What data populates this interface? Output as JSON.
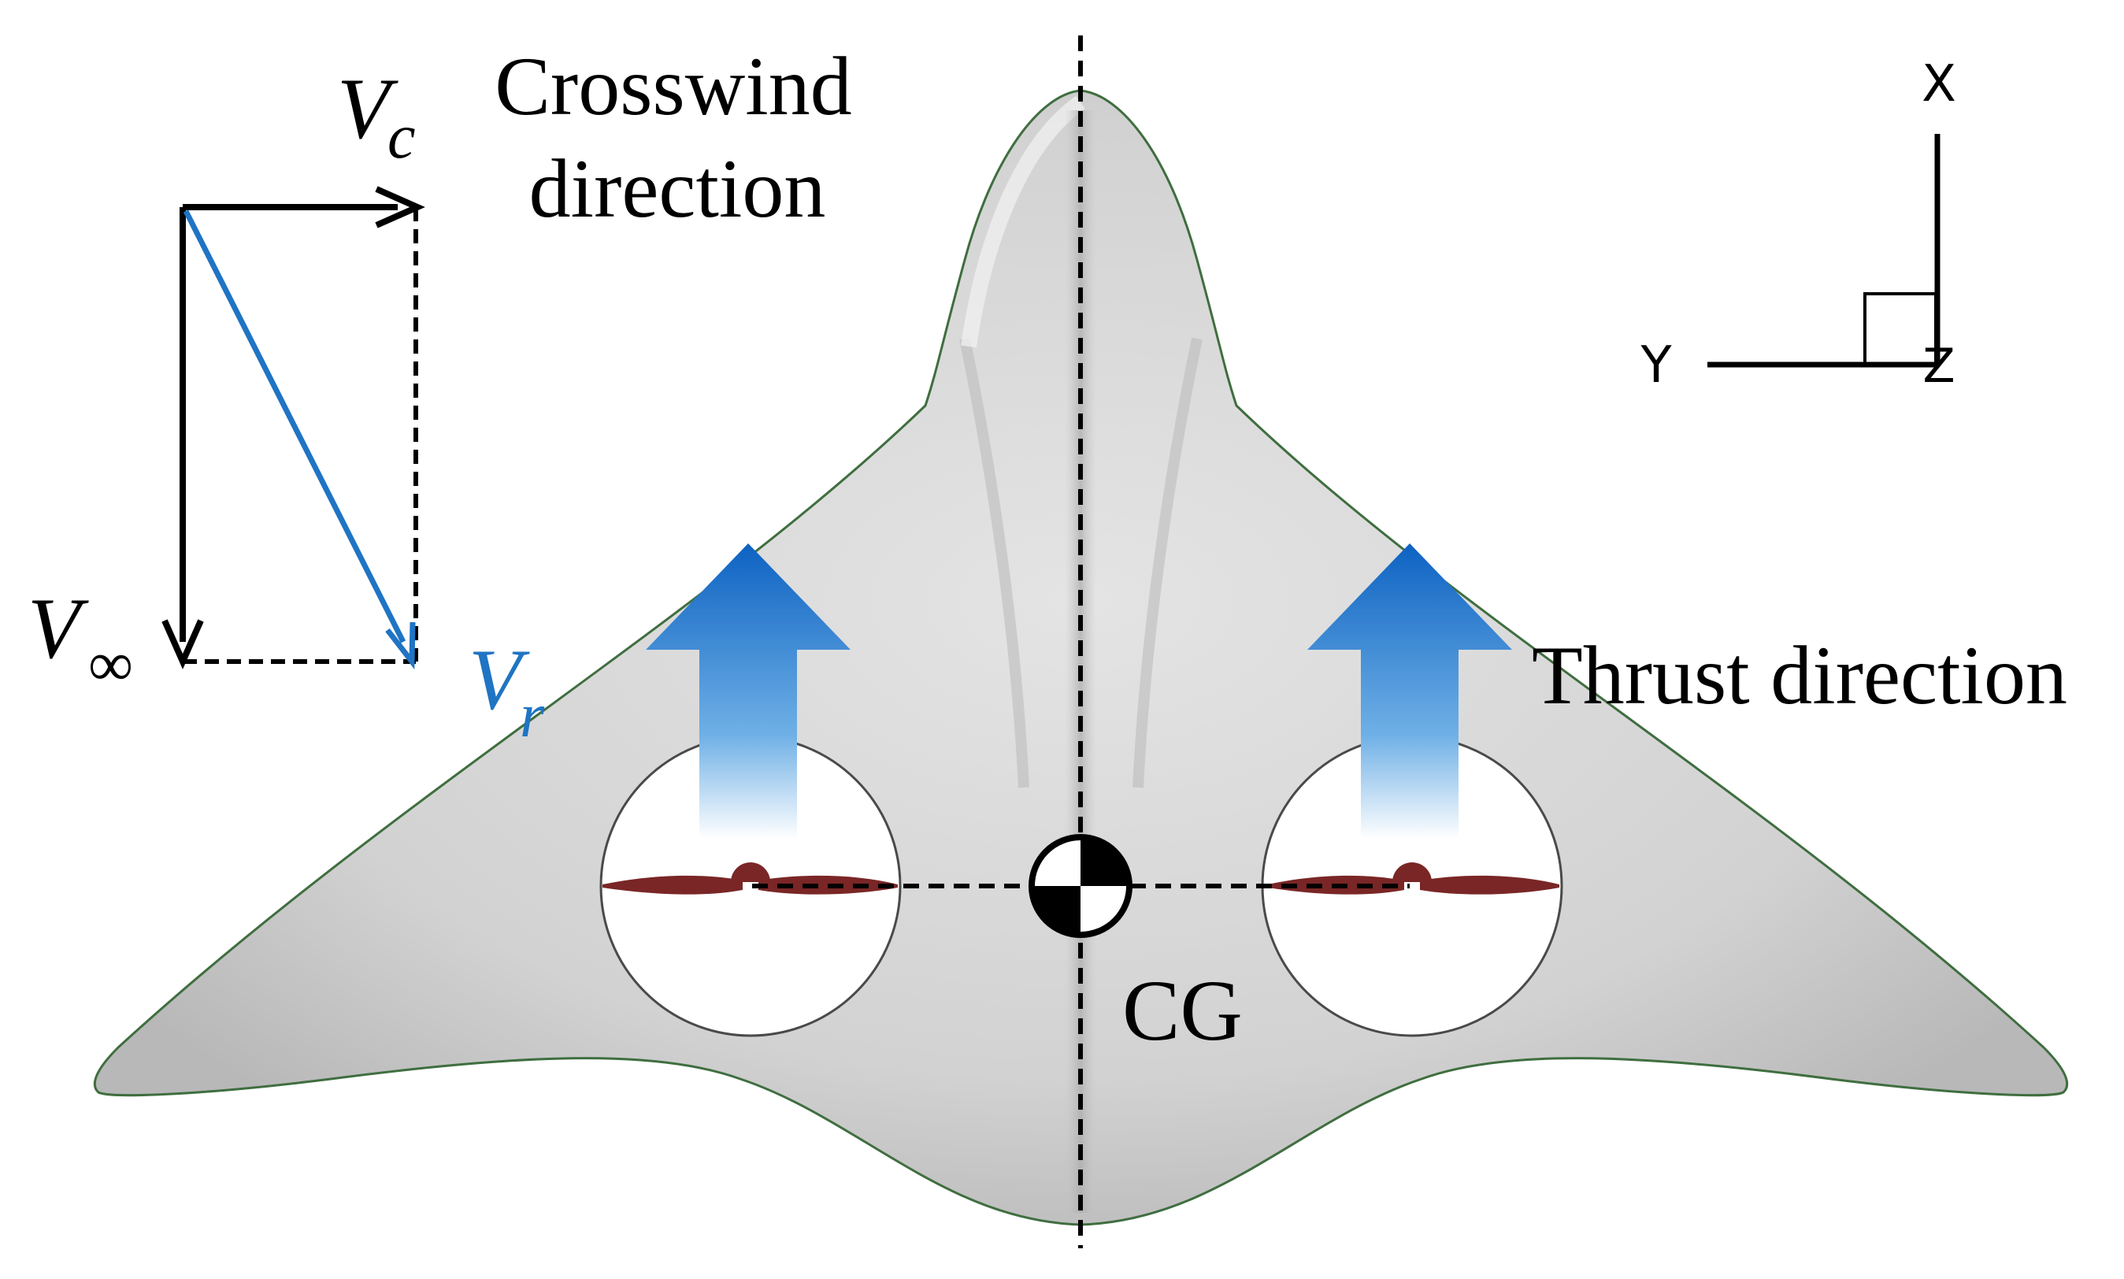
{
  "labels": {
    "crosswind_line1": "Crosswind",
    "crosswind_line2": "direction",
    "thrust": "Thrust direction",
    "cg": "CG",
    "v_c_main": "V",
    "v_c_sub": "c",
    "v_inf_main": "V",
    "v_inf_sub": "∞",
    "v_r_main": "V",
    "v_r_sub": "r"
  },
  "axes": {
    "x": "X",
    "y": "Y",
    "z": "Z"
  },
  "colors": {
    "aircraft_fill": "#d4d4d4",
    "aircraft_edge": "#3f6e3f",
    "resultant_vector": "#1f74c4",
    "thrust_arrow": "#1565c0",
    "propeller": "#7a2626",
    "black": "#000000"
  }
}
